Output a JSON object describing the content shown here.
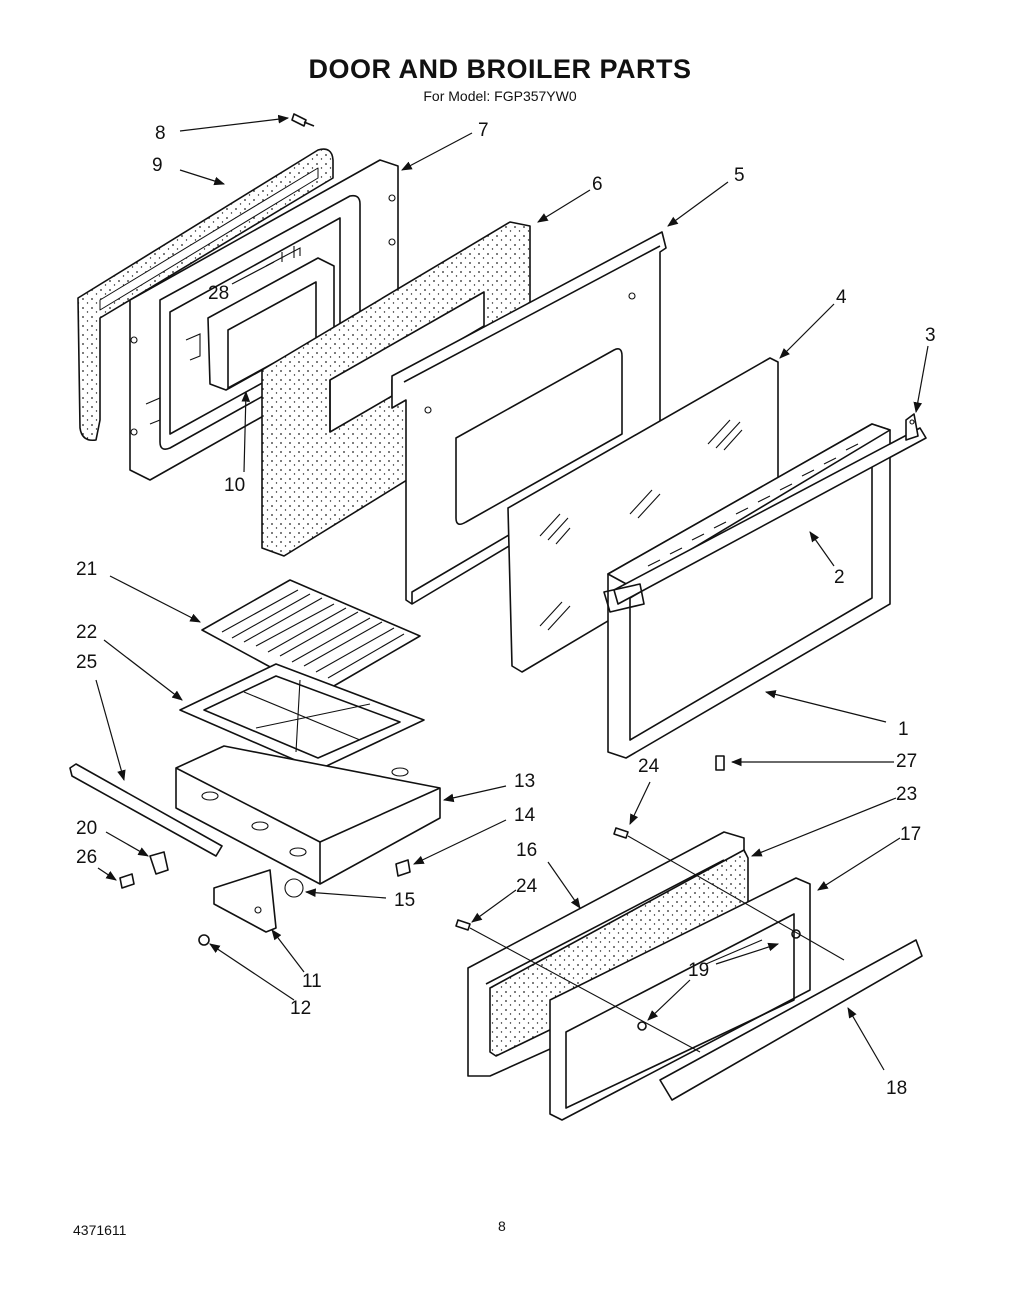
{
  "header": {
    "title": "DOOR AND BROILER PARTS",
    "subtitle": "For Model: FGP357YW0"
  },
  "footer": {
    "document_number": "4371611",
    "page_number": "8"
  },
  "callouts": [
    {
      "id": "1",
      "text": "1"
    },
    {
      "id": "2",
      "text": "2"
    },
    {
      "id": "3",
      "text": "3"
    },
    {
      "id": "4",
      "text": "4"
    },
    {
      "id": "5",
      "text": "5"
    },
    {
      "id": "6",
      "text": "6"
    },
    {
      "id": "7",
      "text": "7"
    },
    {
      "id": "8",
      "text": "8"
    },
    {
      "id": "9",
      "text": "9"
    },
    {
      "id": "10",
      "text": "10"
    },
    {
      "id": "11",
      "text": "11"
    },
    {
      "id": "12",
      "text": "12"
    },
    {
      "id": "13",
      "text": "13"
    },
    {
      "id": "14",
      "text": "14"
    },
    {
      "id": "15",
      "text": "15"
    },
    {
      "id": "16",
      "text": "16"
    },
    {
      "id": "17",
      "text": "17"
    },
    {
      "id": "18",
      "text": "18"
    },
    {
      "id": "19",
      "text": "19"
    },
    {
      "id": "20",
      "text": "20"
    },
    {
      "id": "21",
      "text": "21"
    },
    {
      "id": "22",
      "text": "22"
    },
    {
      "id": "23",
      "text": "23"
    },
    {
      "id": "24a",
      "text": "24"
    },
    {
      "id": "24b",
      "text": "24"
    },
    {
      "id": "25",
      "text": "25"
    },
    {
      "id": "26",
      "text": "26"
    },
    {
      "id": "27",
      "text": "27"
    },
    {
      "id": "28",
      "text": "28"
    }
  ]
}
